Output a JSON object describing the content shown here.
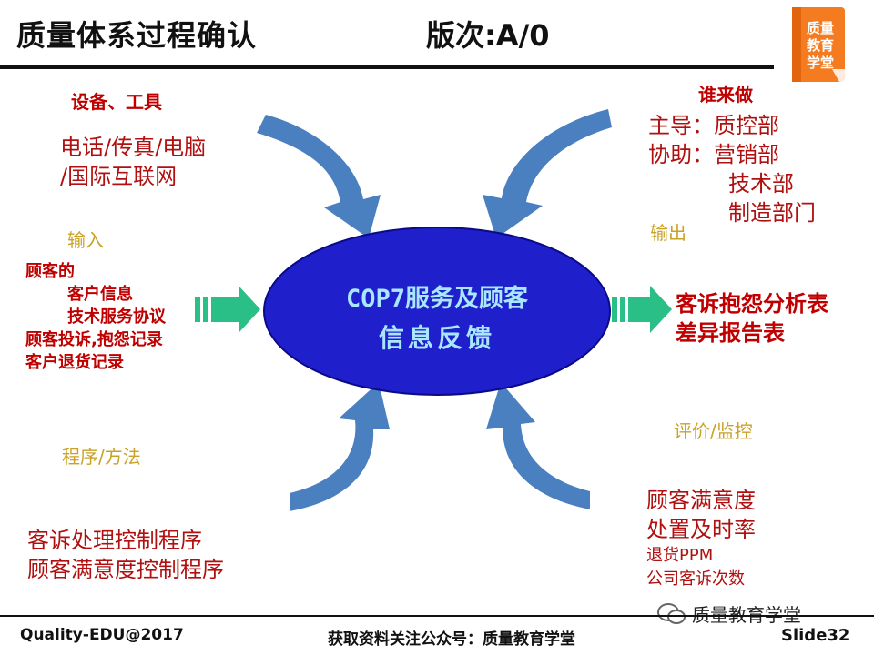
{
  "header": {
    "title": "质量体系过程确认",
    "version": "版次:A/0",
    "logo_text": [
      "质量",
      "教育",
      "学堂"
    ]
  },
  "equipment": {
    "label": "设备、工具",
    "lines": [
      "电话/传真/电脑",
      "/国际互联网"
    ]
  },
  "who": {
    "label": "谁来做",
    "lines": [
      "主导：质控部",
      "协助：营销部",
      "技术部",
      "制造部门"
    ]
  },
  "input": {
    "label": "输入",
    "lines": [
      "顾客的",
      "客户信息",
      "技术服务协议",
      "顾客投诉,抱怨记录",
      "客户退货记录"
    ]
  },
  "output": {
    "label": "输出",
    "lines": [
      "客诉抱怨分析表",
      "差异报告表"
    ]
  },
  "procedure": {
    "label": "程序/方法",
    "lines": [
      "客诉处理控制程序",
      "顾客满意度控制程序"
    ]
  },
  "evaluation": {
    "label": "评价/监控",
    "lines": [
      "顾客满意度",
      "处置及时率",
      "退货PPM",
      "公司客诉次数"
    ]
  },
  "center": {
    "line1": "COP7服务及顾客",
    "line2": "信息反馈"
  },
  "footer": {
    "left": "Quality-EDU@2017",
    "center": "获取资料关注公众号：质量教育学堂",
    "right": "Slide32",
    "watermark": "质量教育学堂"
  },
  "colors": {
    "ellipse_fill": "#1f1fcc",
    "ellipse_text": "#a9e6ff",
    "arrow_blue": "#4a7fc0",
    "arrow_green": "#2bbf88",
    "label_gold": "#c9a227",
    "text_red": "#c00000"
  }
}
